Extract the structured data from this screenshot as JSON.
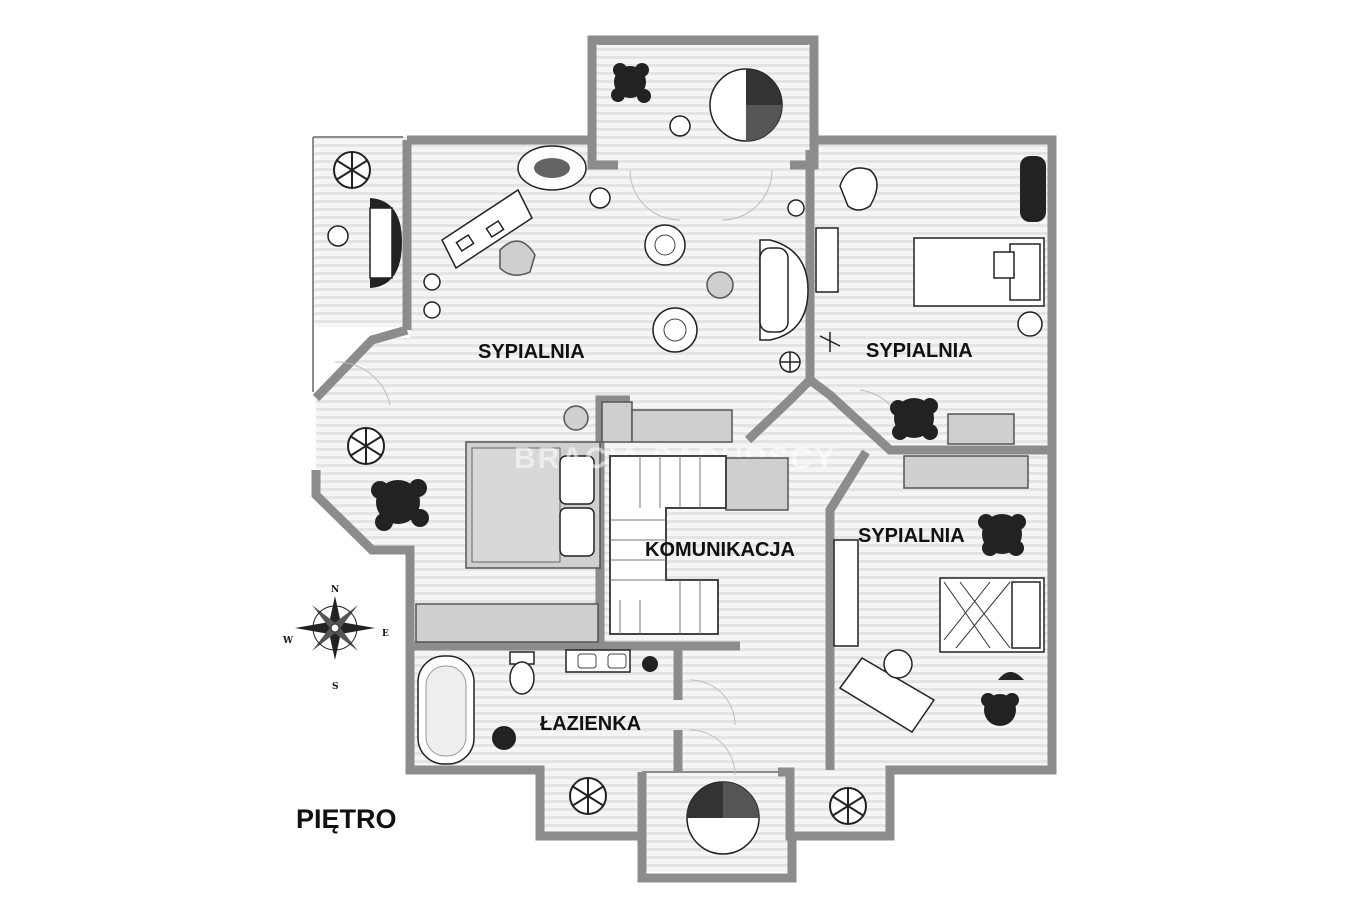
{
  "floor": {
    "label": "PIĘTRO"
  },
  "rooms": [
    {
      "label": "SYPIALNIA"
    },
    {
      "label": "SYPIALNIA"
    },
    {
      "label": "SYPIALNIA"
    },
    {
      "label": "KOMUNIKACJA"
    },
    {
      "label": "ŁAZIENKA"
    }
  ],
  "compass": {
    "n": "N",
    "s": "S",
    "e": "E",
    "w": "W"
  },
  "watermark": {
    "text": "BRACIA SADURSCY"
  },
  "colors": {
    "wall": "#8c8c8c",
    "floor": "#f4f4f4",
    "stripe": "#e2e2e2",
    "furniture": "#222222"
  },
  "icons": [
    "compass-rose-icon",
    "plant-icon",
    "bed-icon",
    "bathtub-icon",
    "toilet-icon",
    "spiral-staircase-icon",
    "staircase-icon",
    "armchair-icon",
    "desk-icon",
    "sofa-icon"
  ]
}
